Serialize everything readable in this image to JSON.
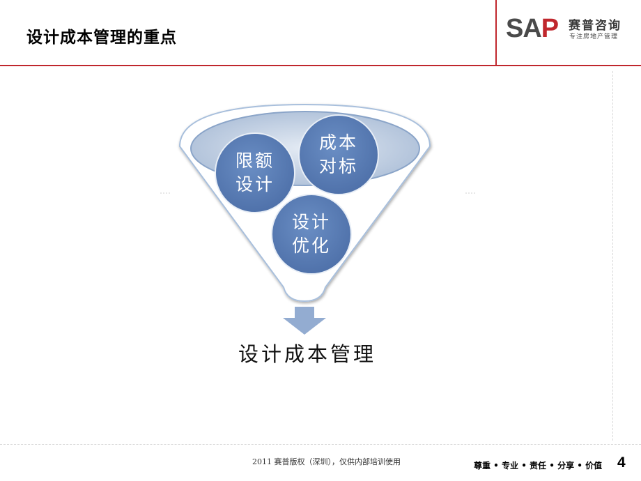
{
  "header": {
    "title": "设计成本管理的重点"
  },
  "logo": {
    "mark_primary": "SA",
    "mark_accent": "P",
    "name": "赛普咨询",
    "slogan": "专注房地产管理"
  },
  "diagram": {
    "circles": [
      {
        "label": "限额\n设计"
      },
      {
        "label": "成本\n对标"
      },
      {
        "label": "设计\n优化"
      }
    ],
    "result_label": "设计成本管理",
    "colors": {
      "funnel_fill": "#ffffff",
      "funnel_stroke": "#a8bfdc",
      "ellipse_fill": "#b8c8de",
      "circle_fill": "#5b7fb8",
      "arrow_fill": "#93acd1"
    }
  },
  "footer": {
    "copyright": "2011 赛普版权（深圳），仅供内部培训使用",
    "values": "尊重 • 专业 • 责任 • 分享 • 价值",
    "page_number": "4"
  },
  "colors": {
    "accent": "#c0272d"
  }
}
